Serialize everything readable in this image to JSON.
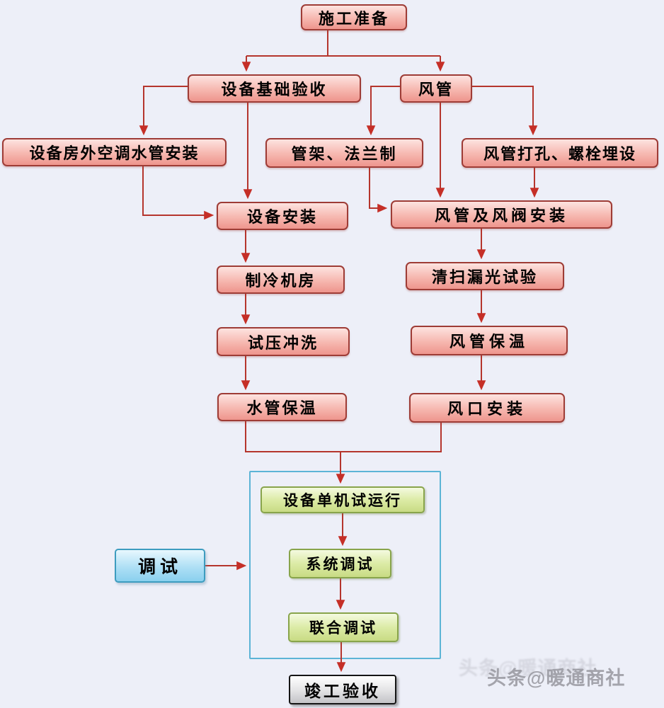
{
  "diagram": {
    "type": "flowchart",
    "language": "zh-CN",
    "colors": {
      "background": "#edeff8",
      "process_box_border": "#9e3c36",
      "process_box_fill": "#f6b7af",
      "arrow": "#b5352d",
      "debug_group_border": "#5cb4d6",
      "debug_box_border": "#3d9cbf",
      "debug_stage_border": "#88a44b",
      "completion_border": "#151515"
    }
  },
  "nodes": {
    "prep": {
      "label": "施工准备"
    },
    "equip_foundation": {
      "label": "设备基础验收"
    },
    "duct": {
      "label": "风管"
    },
    "outdoor_pipe": {
      "label": "设备房外空调水管安装"
    },
    "pipe_rack": {
      "label": "管架、法兰制"
    },
    "duct_drill": {
      "label": "风管打孔、螺栓埋设"
    },
    "equip_install": {
      "label": "设备安装"
    },
    "duct_valve": {
      "label": "风管及风阀安装"
    },
    "chiller_room": {
      "label": "制冷机房"
    },
    "clean_leak": {
      "label": "清扫漏光试验"
    },
    "pressure_flush": {
      "label": "试压冲洗"
    },
    "duct_insulation": {
      "label": "风管保温"
    },
    "pipe_insulation": {
      "label": "水管保温"
    },
    "outlet_install": {
      "label": "风口安装"
    },
    "single_test": {
      "label": "设备单机试运行"
    },
    "system_debug": {
      "label": "系统调试"
    },
    "joint_debug": {
      "label": "联合调试"
    },
    "debug": {
      "label": "调试"
    },
    "completion": {
      "label": "竣工验收"
    }
  },
  "edges": [
    {
      "from": "prep",
      "to": "equip_foundation"
    },
    {
      "from": "prep",
      "to": "duct"
    },
    {
      "from": "equip_foundation",
      "to": "outdoor_pipe"
    },
    {
      "from": "equip_foundation",
      "to": "equip_install"
    },
    {
      "from": "outdoor_pipe",
      "to": "equip_install"
    },
    {
      "from": "duct",
      "to": "pipe_rack"
    },
    {
      "from": "duct",
      "to": "duct_drill"
    },
    {
      "from": "duct",
      "to": "duct_valve"
    },
    {
      "from": "pipe_rack",
      "to": "duct_valve"
    },
    {
      "from": "duct_drill",
      "to": "duct_valve"
    },
    {
      "from": "equip_install",
      "to": "chiller_room"
    },
    {
      "from": "chiller_room",
      "to": "pressure_flush"
    },
    {
      "from": "pressure_flush",
      "to": "pipe_insulation"
    },
    {
      "from": "duct_valve",
      "to": "clean_leak"
    },
    {
      "from": "clean_leak",
      "to": "duct_insulation"
    },
    {
      "from": "duct_insulation",
      "to": "outlet_install"
    },
    {
      "from": "pipe_insulation",
      "to": "single_test"
    },
    {
      "from": "outlet_install",
      "to": "single_test"
    },
    {
      "from": "single_test",
      "to": "system_debug"
    },
    {
      "from": "system_debug",
      "to": "joint_debug"
    },
    {
      "from": "joint_debug",
      "to": "completion"
    },
    {
      "from": "debug",
      "to": "debug_group"
    }
  ],
  "watermark": {
    "text": "头条@暖通商社"
  }
}
